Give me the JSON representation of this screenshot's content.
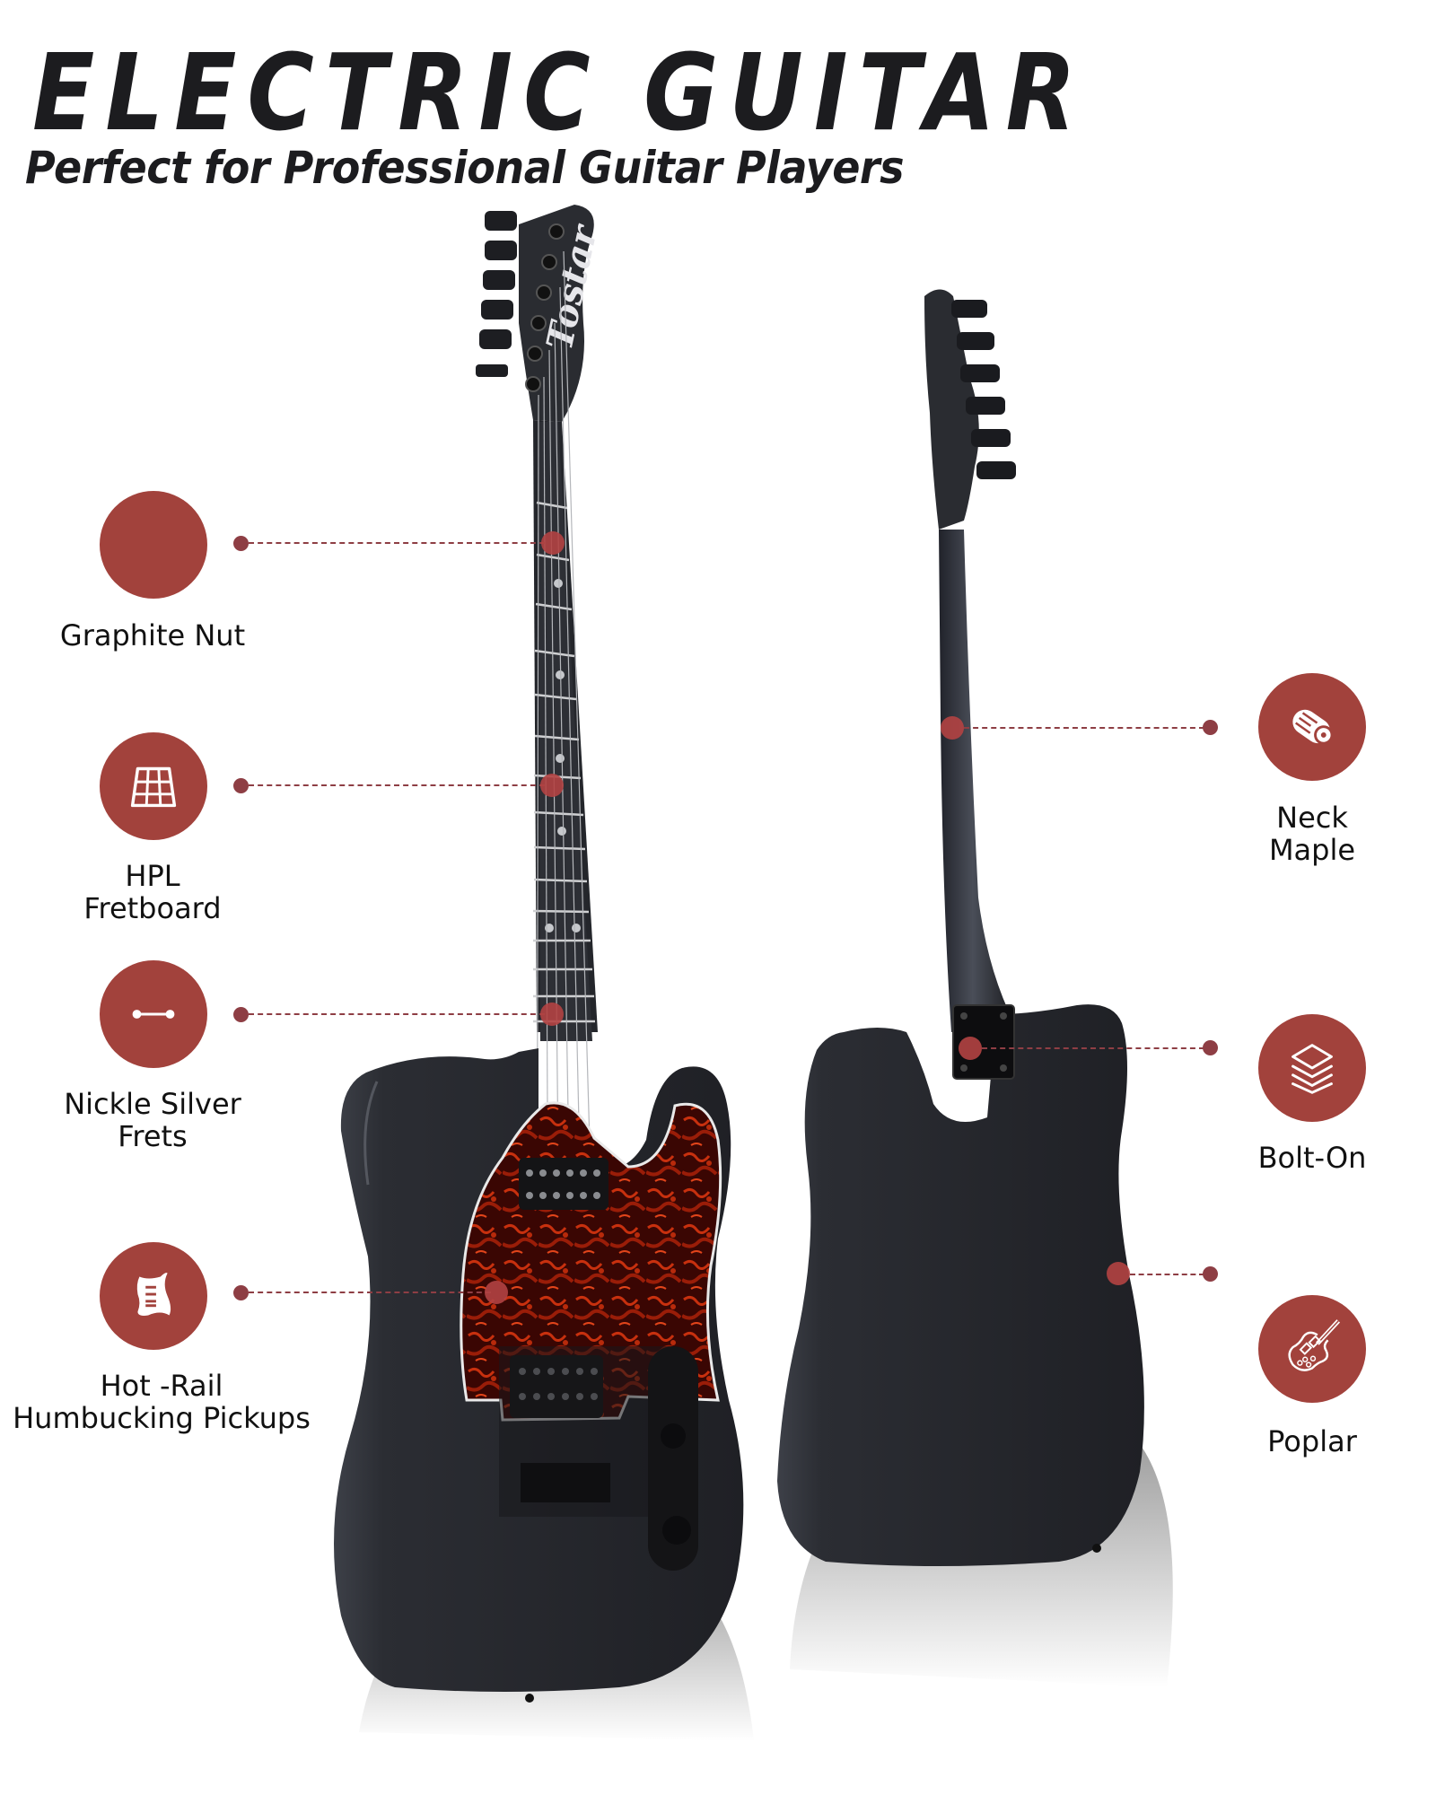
{
  "header": {
    "title": "ELECTRIC GUITAR",
    "subtitle": "Perfect for Professional Guitar Players"
  },
  "brand": {
    "headstock_logo": "Tostar"
  },
  "colors": {
    "badge": "#a2423c",
    "leader": "#8e3e44",
    "guitar_body": "#2a2c31",
    "pickguard": "#5a0d08",
    "text": "#1c1c1f"
  },
  "features_left": [
    {
      "label": "Graphite Nut",
      "icon": "blank-circle"
    },
    {
      "label": "HPL\nFretboard",
      "icon": "fretboard-grid-icon"
    },
    {
      "label": "Nickle Silver\nFrets",
      "icon": "fret-bar-icon"
    },
    {
      "label": "Hot -Rail\nHumbucking Pickups",
      "icon": "pickguard-icon"
    }
  ],
  "features_right": [
    {
      "label": "Neck\nMaple",
      "icon": "wood-log-icon"
    },
    {
      "label": "Bolt-On",
      "icon": "layers-icon"
    },
    {
      "label": "Poplar",
      "icon": "electric-guitar-icon"
    }
  ]
}
